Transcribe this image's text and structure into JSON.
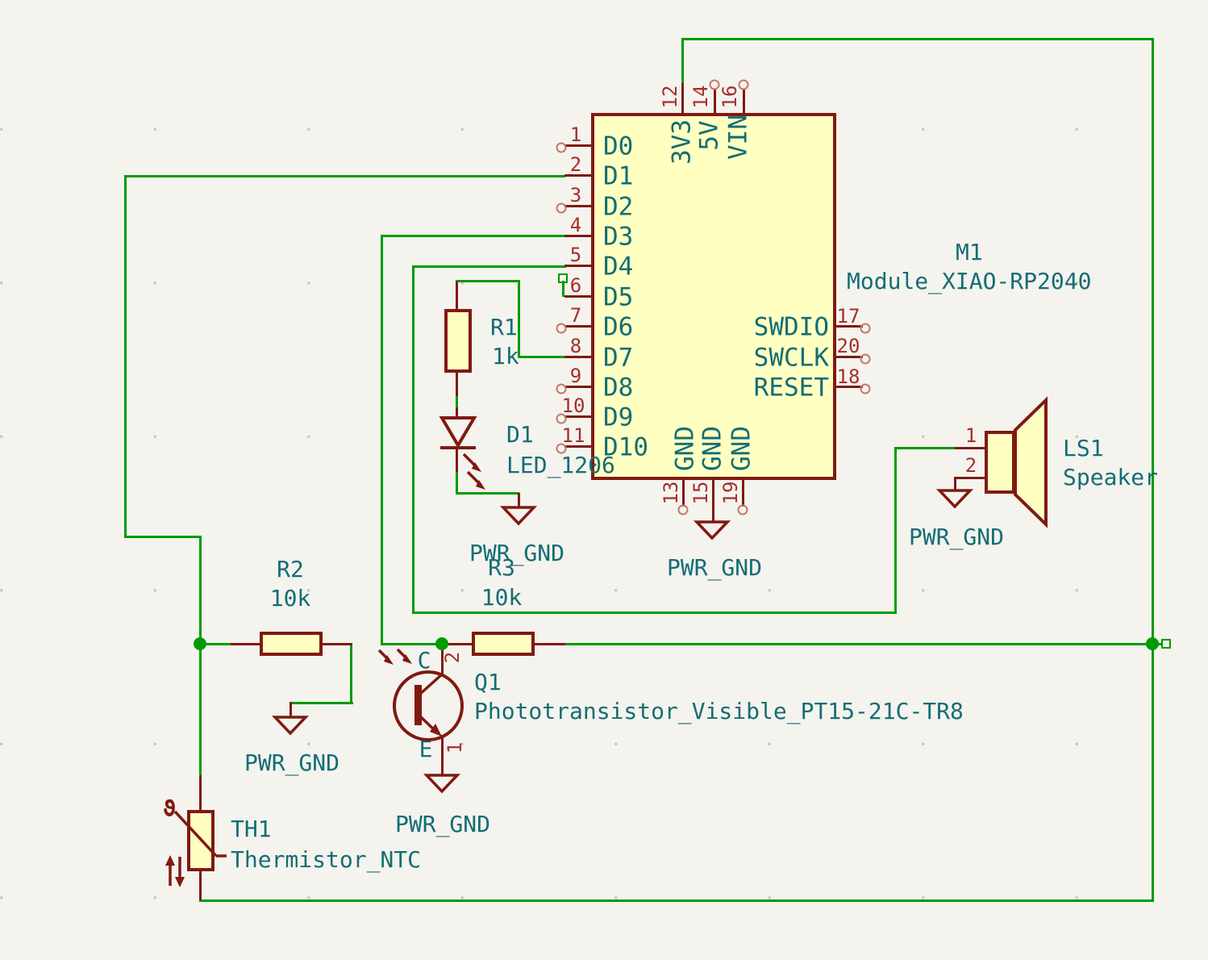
{
  "colors": {
    "background": "#f4f3ee",
    "wire_green": "#009b00",
    "symbol_outline": "#7f1a12",
    "symbol_fill": "#FFFFC2",
    "pin_number_red": "#a4302a",
    "text_teal": "#146d75"
  },
  "module": {
    "ref": "M1",
    "value": "Module_XIAO-RP2040",
    "left_pins": [
      {
        "num": "1",
        "name": "D0"
      },
      {
        "num": "2",
        "name": "D1"
      },
      {
        "num": "3",
        "name": "D2"
      },
      {
        "num": "4",
        "name": "D3"
      },
      {
        "num": "5",
        "name": "D4"
      },
      {
        "num": "6",
        "name": "D5"
      },
      {
        "num": "7",
        "name": "D6"
      },
      {
        "num": "8",
        "name": "D7"
      },
      {
        "num": "9",
        "name": "D8"
      },
      {
        "num": "10",
        "name": "D9"
      },
      {
        "num": "11",
        "name": "D10"
      }
    ],
    "right_pins": [
      {
        "num": "17",
        "name": "SWDIO"
      },
      {
        "num": "20",
        "name": "SWCLK"
      },
      {
        "num": "18",
        "name": "RESET"
      }
    ],
    "top_pins": [
      {
        "num": "12",
        "name": "3V3"
      },
      {
        "num": "14",
        "name": "5V"
      },
      {
        "num": "16",
        "name": "VIN"
      }
    ],
    "bottom_pins": [
      {
        "num": "13",
        "name": "GND"
      },
      {
        "num": "15",
        "name": "GND"
      },
      {
        "num": "19",
        "name": "GND"
      }
    ]
  },
  "components": {
    "r1": {
      "ref": "R1",
      "value": "1k"
    },
    "r2": {
      "ref": "R2",
      "value": "10k"
    },
    "r3": {
      "ref": "R3",
      "value": "10k"
    },
    "d1": {
      "ref": "D1",
      "value": "LED_1206"
    },
    "q1": {
      "ref": "Q1",
      "value": "Phototransistor_Visible_PT15-21C-TR8",
      "collector_label": "C",
      "collector_num": "2",
      "emitter_label": "E",
      "emitter_num": "1"
    },
    "th1": {
      "ref": "TH1",
      "value": "Thermistor_NTC",
      "theta": "ϑ"
    },
    "ls1": {
      "ref": "LS1",
      "value": "Speaker",
      "pin1_num": "1",
      "pin2_num": "2"
    }
  },
  "power": {
    "gnd_label": "PWR_GND"
  }
}
